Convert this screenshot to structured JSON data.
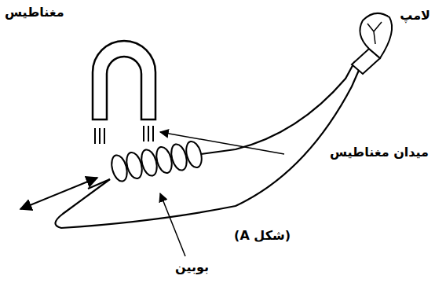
{
  "diagram": {
    "labels": [
      "مغناطیس",
      "لامپ",
      "میدان مغناطیس",
      "بوبین",
      "(شکل A)"
    ]
  }
}
